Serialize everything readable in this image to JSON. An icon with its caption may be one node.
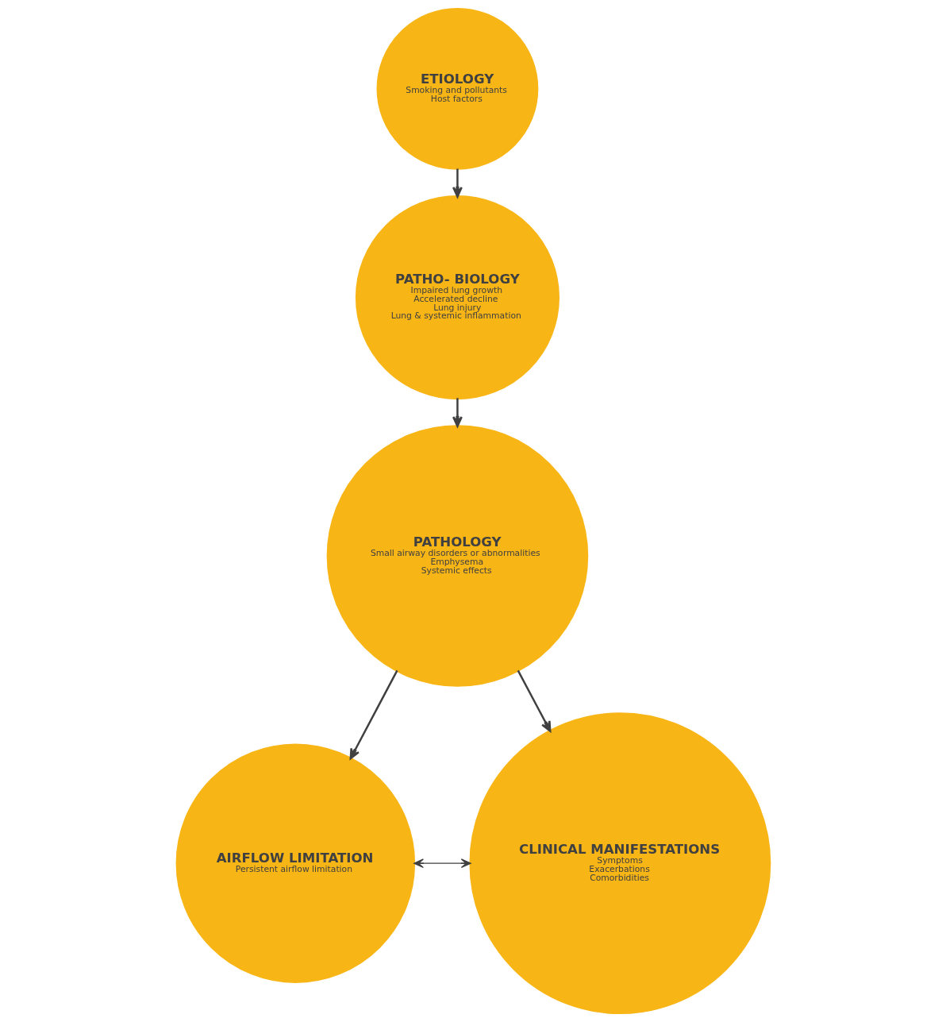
{
  "diagram": {
    "nodes": [
      {
        "text": [
          "ETIOLOGY",
          "Smoking and pollutants",
          "Host factors"
        ]
      },
      {
        "text": [
          "PATHO- BIOLOGY",
          "Impaired lung growth",
          "Accelerated decline",
          "Lung injury",
          "Lung & systemic inflammation"
        ]
      },
      {
        "text": [
          "PATHOLOGY",
          "Small airway disorders or abnormalities",
          "Emphysema",
          "Systemic effects"
        ]
      },
      {
        "text": [
          "AIRFLOW LIMITATION",
          "Persistent airflow limitation"
        ]
      },
      {
        "text": [
          "CLINICAL MANIFESTATIONS",
          "Symptoms",
          "Exacerbations",
          "Comorbidities"
        ]
      }
    ],
    "edges": [
      {
        "from": 0,
        "to": 1,
        "arrow": "to"
      },
      {
        "from": 1,
        "to": 2,
        "arrow": "to"
      },
      {
        "from": 2,
        "to": 3,
        "arrow": "to"
      },
      {
        "from": 2,
        "to": 4,
        "arrow": "to"
      },
      {
        "from": 3,
        "to": 4,
        "arrow": "both"
      }
    ]
  }
}
